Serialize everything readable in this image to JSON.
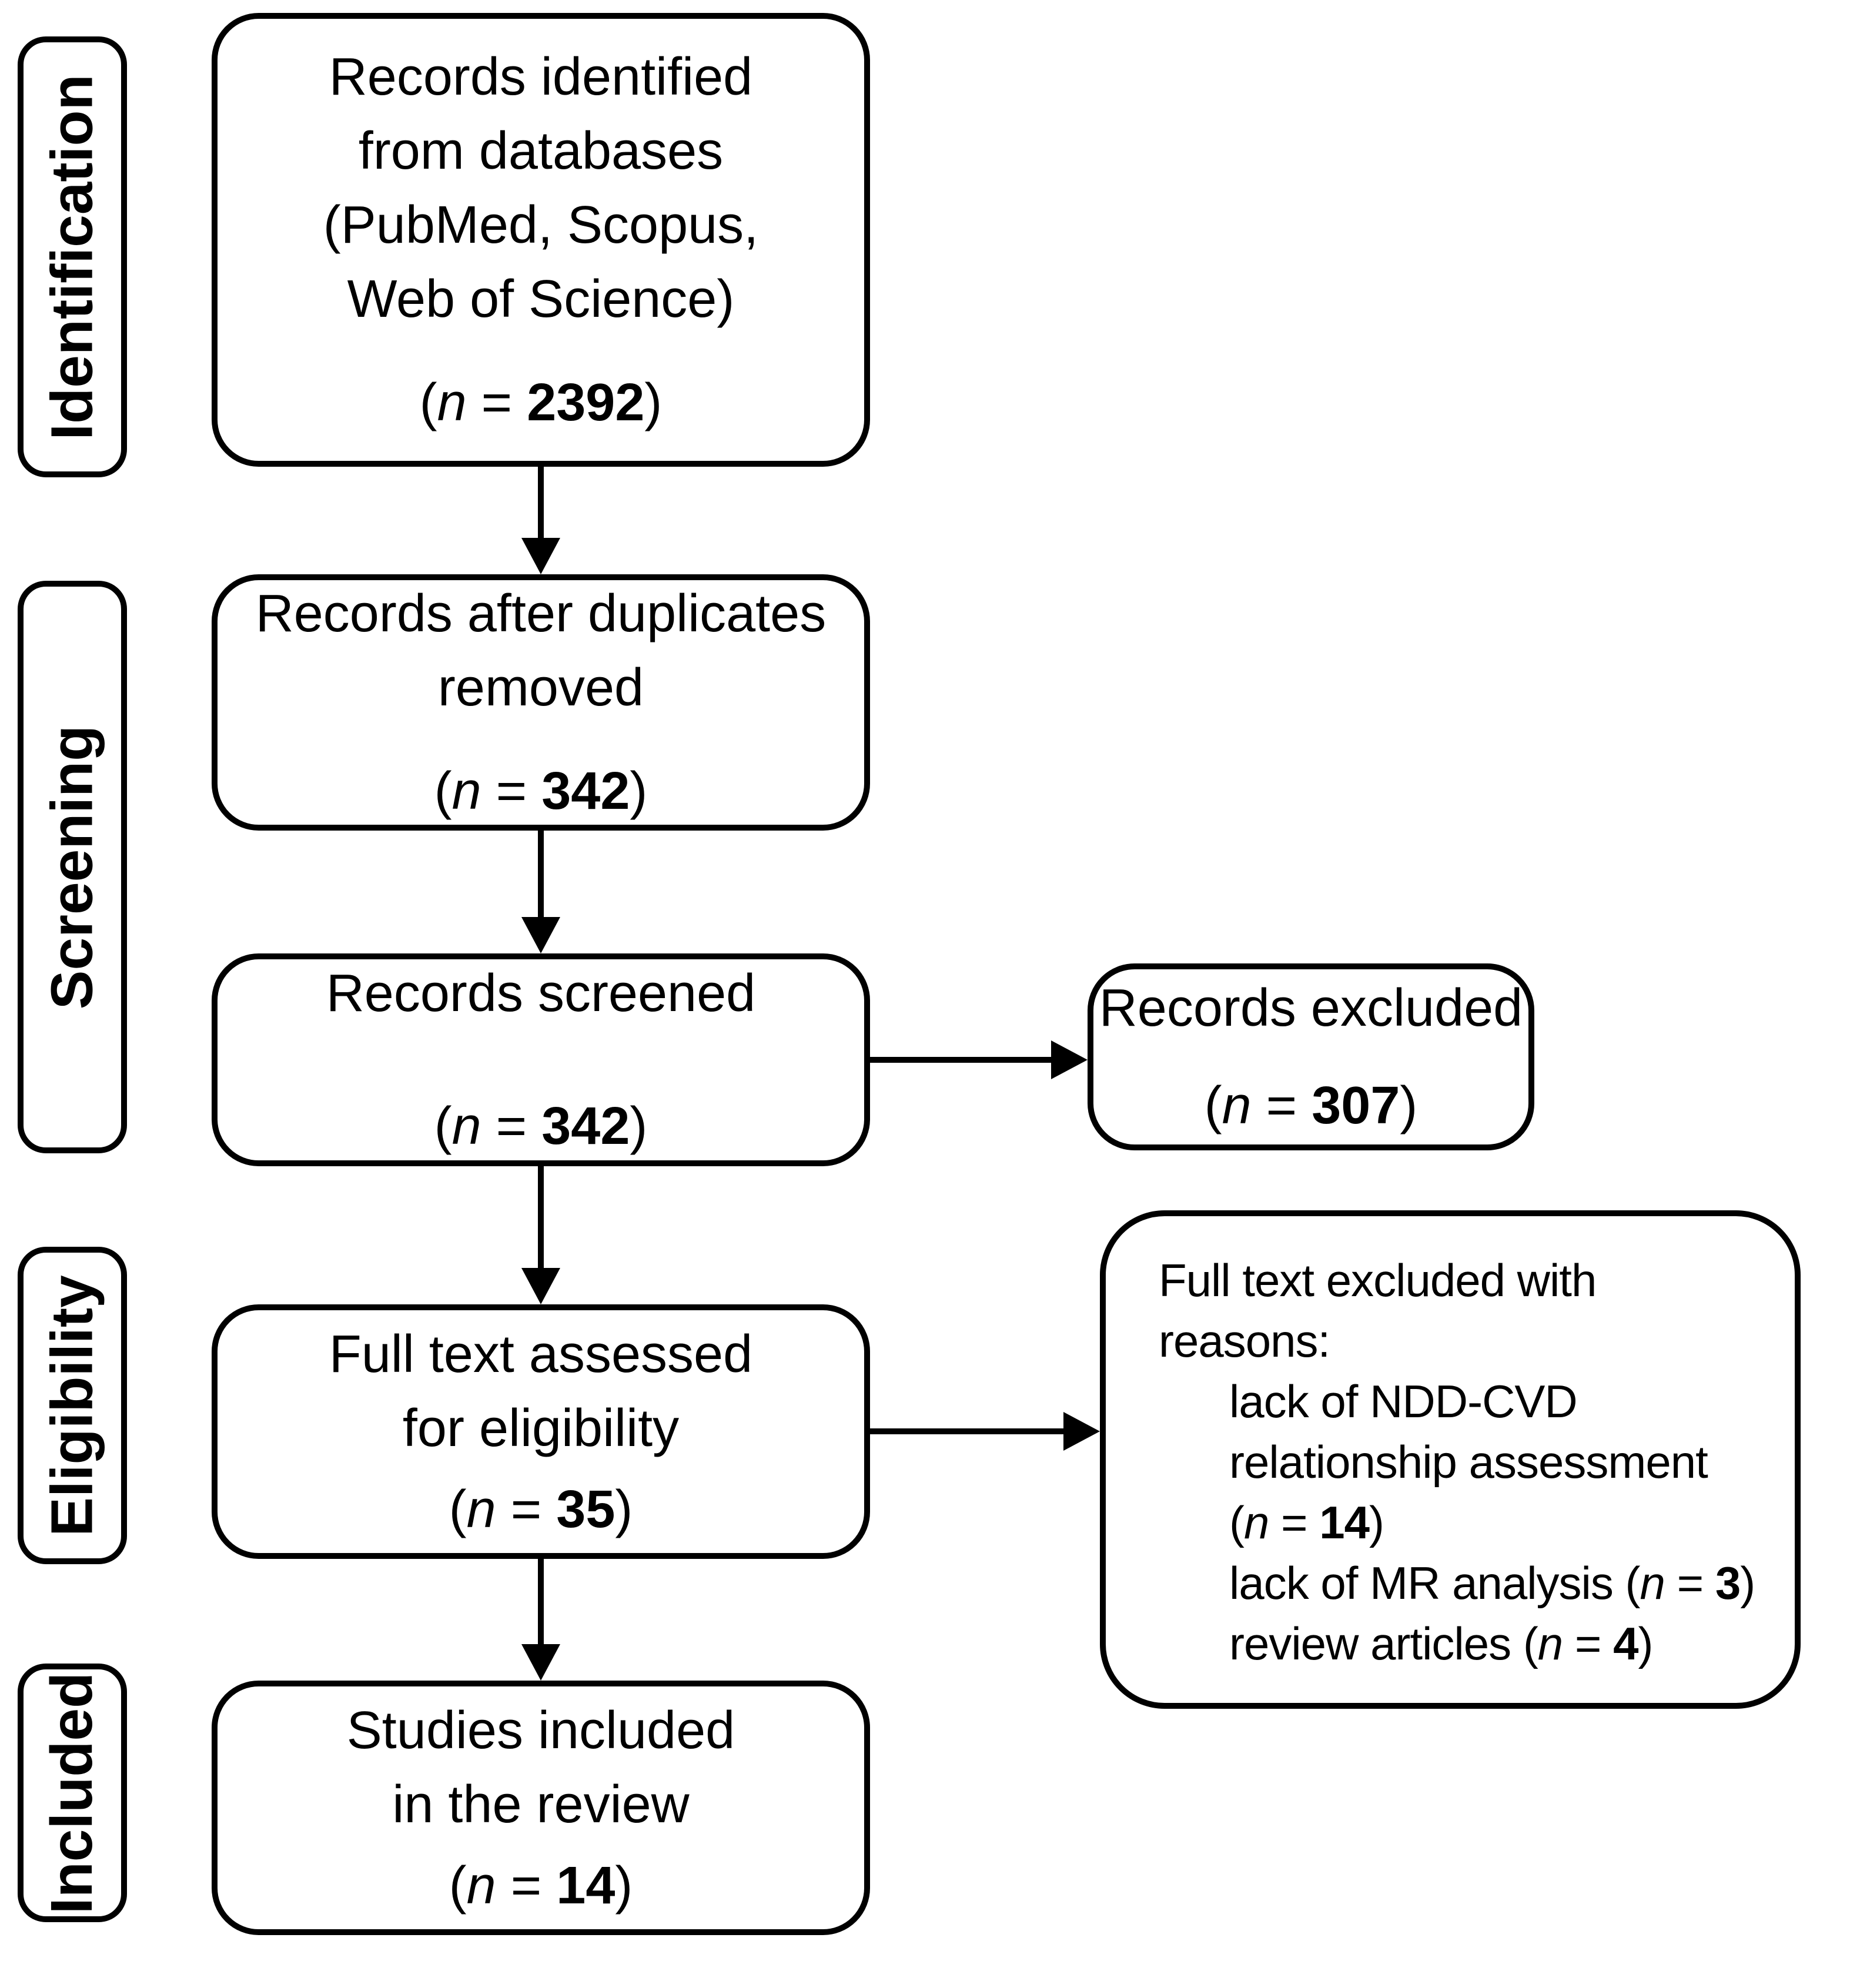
{
  "figure": {
    "background_color": "#ffffff",
    "line_color": "#000000"
  },
  "stages": [
    {
      "label": "Identification"
    },
    {
      "label": "Screening"
    },
    {
      "label": "Eligibility"
    },
    {
      "label": "Included"
    }
  ],
  "boxes": {
    "identified": {
      "lines": [
        "Records identified",
        "from databases",
        "(PubMed, Scopus,",
        "Web of Science)"
      ],
      "count": {
        "open": "(",
        "n": "n",
        "eq": " = ",
        "value": "2392",
        "close": ")"
      }
    },
    "deduplicated": {
      "lines": [
        "Records after duplicates",
        "removed"
      ],
      "count": {
        "open": "(",
        "n": "n",
        "eq": " = ",
        "value": "342",
        "close": ")"
      }
    },
    "screened": {
      "lines": [
        "Records screened"
      ],
      "count": {
        "open": "(",
        "n": "n",
        "eq": " = ",
        "value": "342",
        "close": ")"
      }
    },
    "excluded": {
      "lines": [
        "Records excluded"
      ],
      "count": {
        "open": "(",
        "n": "n",
        "eq": " = ",
        "value": "307",
        "close": ")"
      }
    },
    "fulltext": {
      "lines": [
        "Full text assessed",
        "for eligibility"
      ],
      "count": {
        "open": "(",
        "n": "n",
        "eq": " = ",
        "value": "35",
        "close": ")"
      }
    },
    "reasons": {
      "intro_line1": "Full text excluded with",
      "intro_line2": "reasons:",
      "item1_line1": "lack of NDD-CVD",
      "item1_line2": "relationship assessment",
      "item1_count": {
        "open": "(",
        "n": "n",
        "eq": " = ",
        "value": "14",
        "close": ")"
      },
      "item2_text": "lack of MR analysis ",
      "item2_count": {
        "open": "(",
        "n": "n",
        "eq": " = ",
        "value": "3",
        "close": ")"
      },
      "item3_text": "review articles ",
      "item3_count": {
        "open": "(",
        "n": "n",
        "eq": " = ",
        "value": "4",
        "close": ")"
      }
    },
    "included": {
      "lines": [
        "Studies included",
        "in the review"
      ],
      "count": {
        "open": "(",
        "n": "n",
        "eq": " = ",
        "value": "14",
        "close": ")"
      }
    }
  }
}
